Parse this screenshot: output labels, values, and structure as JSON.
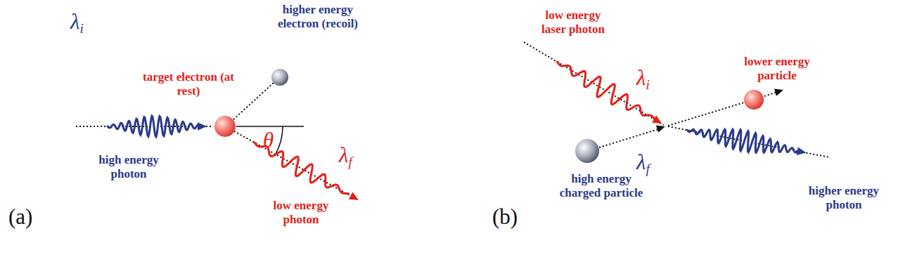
{
  "diagram": {
    "labels": [
      "λi",
      "high energy photon",
      "target electron (at rest)",
      "higher energy electron (recoil)",
      "θ",
      "λf",
      "low energy photon",
      "(a)",
      "low energy laser photon",
      "λi",
      "lower energy particle",
      "high energy charged particle",
      "λf",
      "higher energy photon",
      "(b)"
    ]
  }
}
